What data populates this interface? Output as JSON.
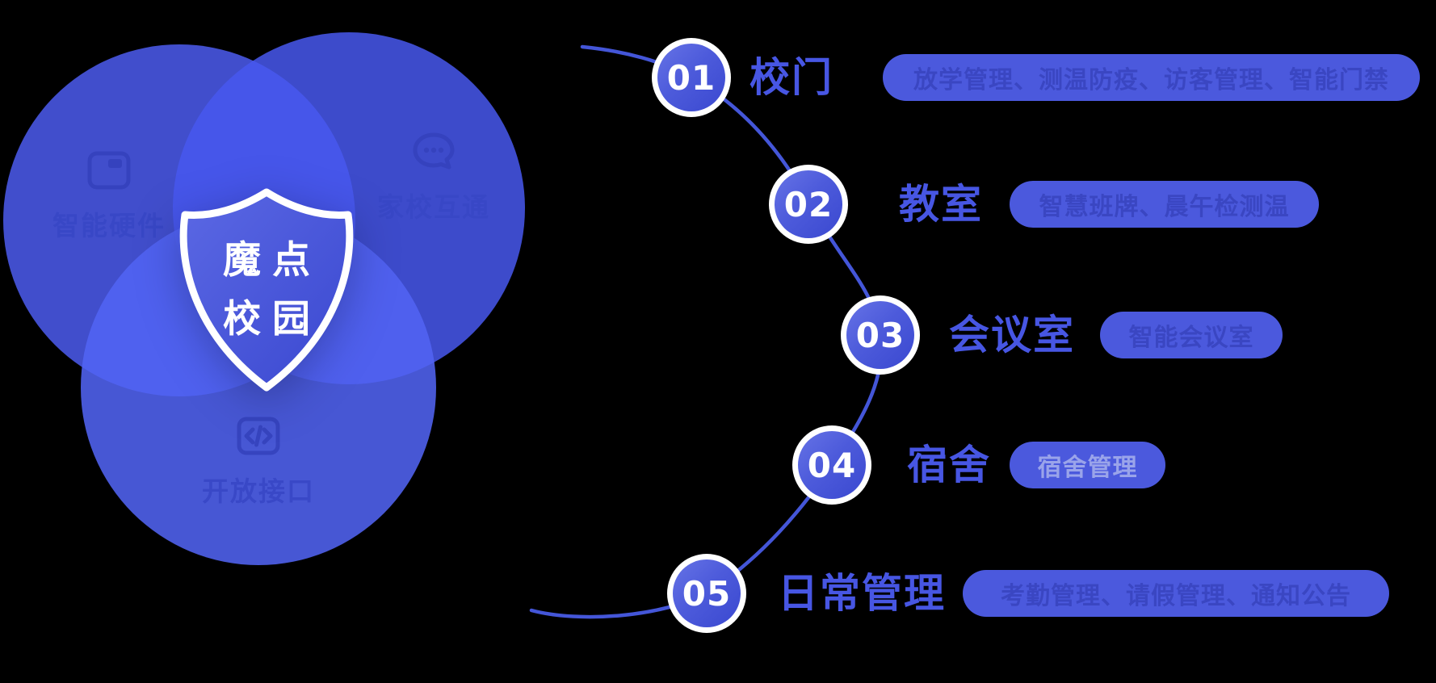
{
  "background": "#000000",
  "venn": {
    "shield": {
      "line1": "魔点",
      "line2": "校园"
    },
    "circles": [
      {
        "id": "hardware",
        "label": "智能硬件",
        "icon": "monitor-icon"
      },
      {
        "id": "home-school",
        "label": "家校互通",
        "icon": "chat-bubble-icon"
      },
      {
        "id": "open-api",
        "label": "开放接口",
        "icon": "code-api-icon"
      }
    ]
  },
  "timeline": {
    "items": [
      {
        "num": "01",
        "label": "校门",
        "features": "放学管理、测温防疫、访客管理、智能门禁"
      },
      {
        "num": "02",
        "label": "教室",
        "features": "智慧班牌、晨午检测温"
      },
      {
        "num": "03",
        "label": "会议室",
        "features": "智能会议室"
      },
      {
        "num": "04",
        "label": "宿舍",
        "features": "宿舍管理"
      },
      {
        "num": "05",
        "label": "日常管理",
        "features": "考勤管理、请假管理、通知公告"
      }
    ]
  },
  "colors": {
    "background": "#000000",
    "circle_blue": "#4453d6",
    "pill_blue": "#4b59dd",
    "pill_text_dark": "#3a46c2",
    "pill_text_light": "#9aa4ea",
    "label_blue": "#4756e3",
    "arc_blue": "#4456d8",
    "shield_gradient_start": "#5b68e4",
    "shield_gradient_end": "#3a48d0",
    "white": "#ffffff"
  }
}
